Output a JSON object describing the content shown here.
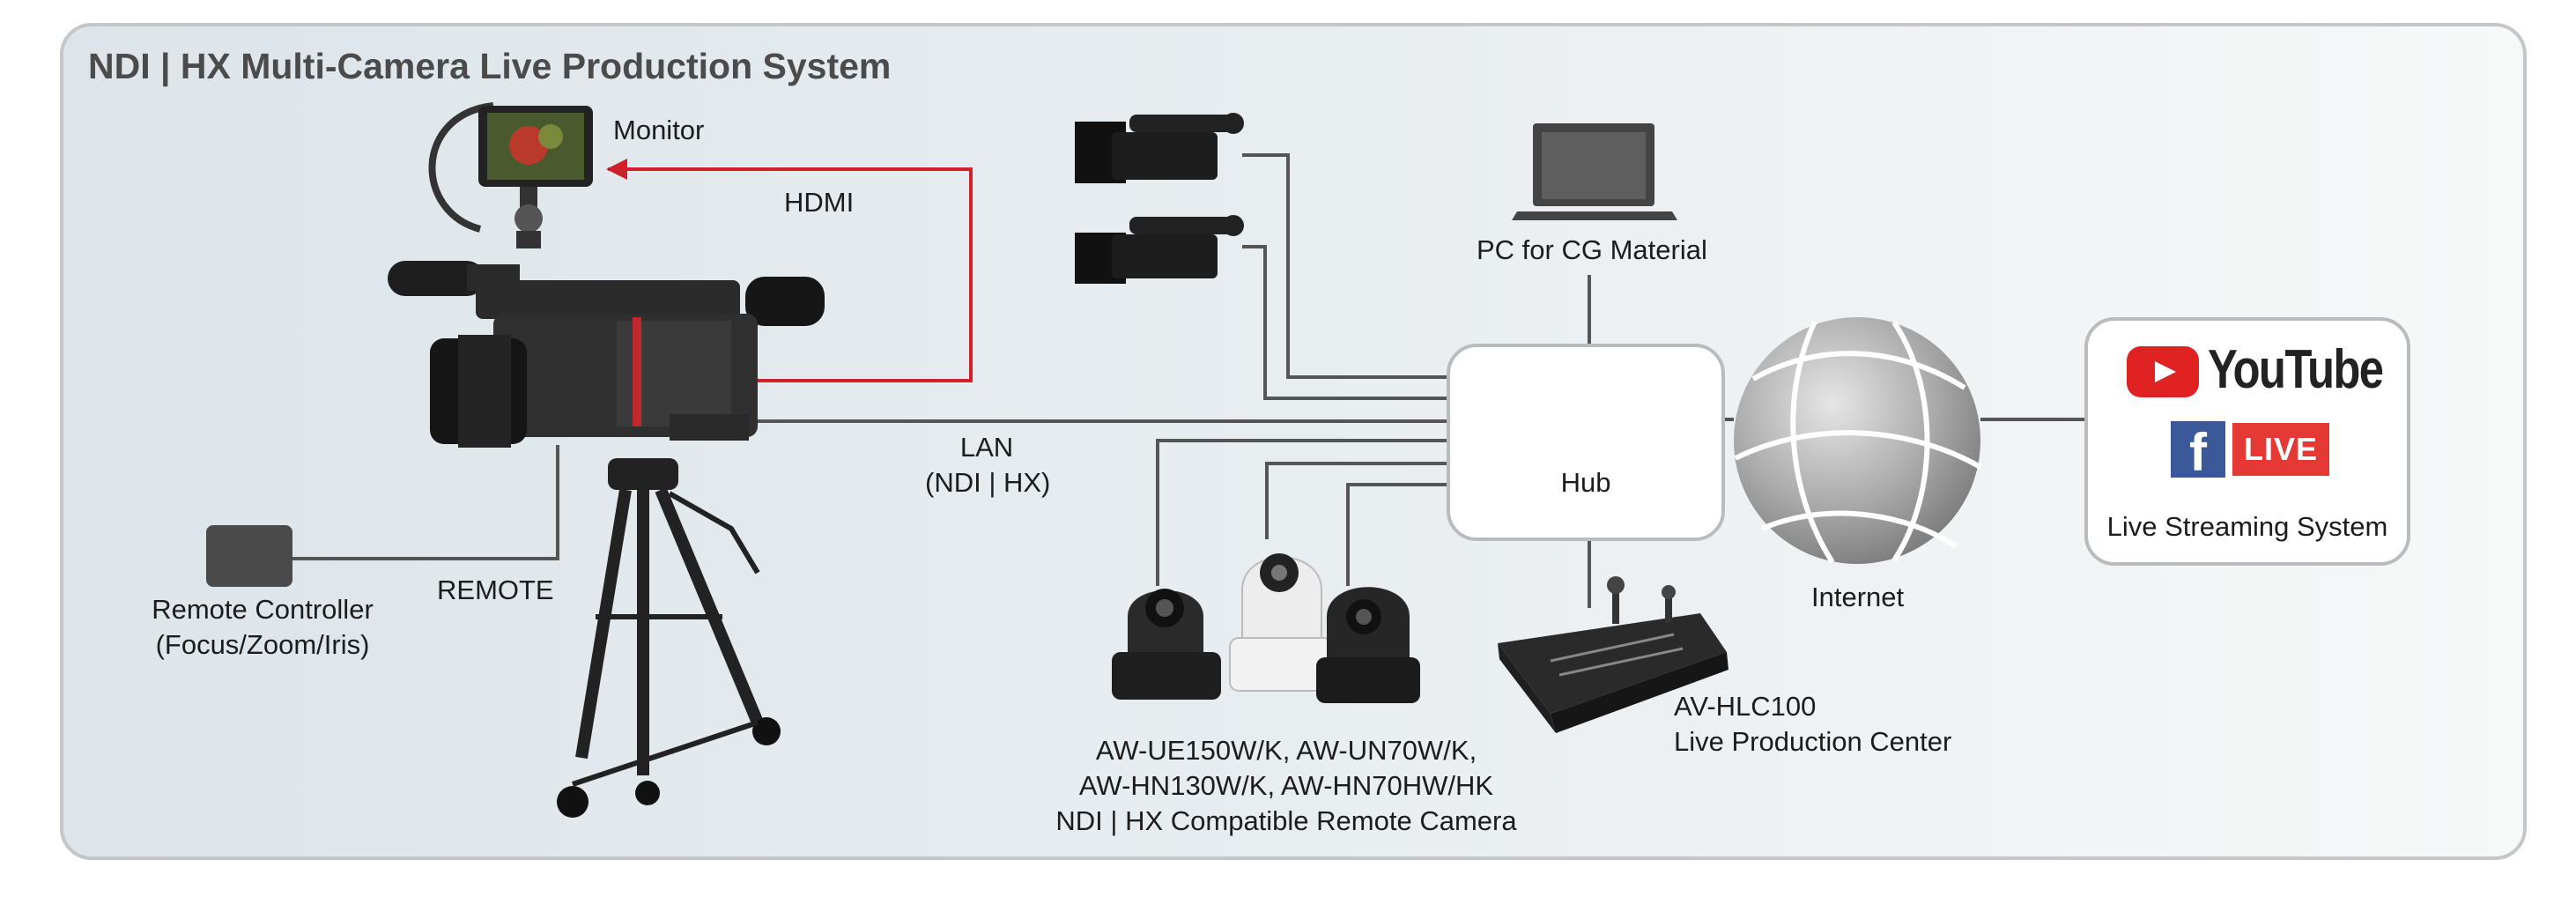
{
  "diagram": {
    "title": "NDI | HX Multi-Camera Live Production System",
    "nodes": {
      "monitor": "Monitor",
      "pc": "PC for CG Material",
      "hub": "Hub",
      "internet": "Internet",
      "streaming": "Live Streaming System",
      "remote_controller": [
        "Remote Controller",
        "(Focus/Zoom/Iris)"
      ],
      "remote_cameras": [
        "AW-UE150W/K, AW-UN70W/K,",
        "AW-HN130W/K, AW-HN70HW/HK",
        "NDI | HX Compatible Remote Camera"
      ],
      "production_center": [
        "AV-HLC100",
        "Live Production Center"
      ]
    },
    "connections": {
      "hdmi": "HDMI",
      "lan": [
        "LAN",
        "(NDI | HX)"
      ],
      "remote": "REMOTE"
    },
    "logos": {
      "youtube": "YouTube",
      "facebook_f": "f",
      "live": "LIVE"
    },
    "colors": {
      "hdmi_line": "#d0202a",
      "wire": "#555555",
      "frame_border": "#c4c7c9"
    }
  }
}
